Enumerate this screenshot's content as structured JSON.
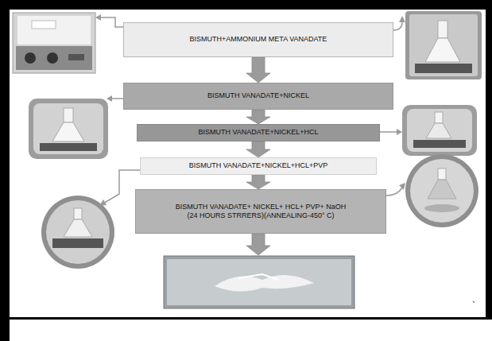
{
  "diagram": {
    "nodes": [
      {
        "text": [
          "BISMUTH+AMMONIUM  META VANADATE"
        ]
      },
      {
        "text": [
          "BISMUTH VANADATE+NICKEL"
        ]
      },
      {
        "text": [
          "BISMUTH VANADATE+NICKEL+HCL"
        ]
      },
      {
        "text": [
          "BISMUTH VANADATE+NICKEL+HCL+PVP"
        ]
      },
      {
        "text": [
          "BISMUTH VANADATE+ NICKEL+ HCL+ PVP+ NaOH",
          "(24 HOURS STRRERS)(ANNEALING-450° C)"
        ]
      }
    ],
    "edges": [
      {
        "from": 0,
        "to": 1,
        "arrow": "to"
      },
      {
        "from": 1,
        "to": 2,
        "arrow": "to"
      },
      {
        "from": 2,
        "to": 3,
        "arrow": "to"
      },
      {
        "from": 3,
        "to": 4,
        "arrow": "to"
      }
    ],
    "labels": [
      "`"
    ]
  }
}
